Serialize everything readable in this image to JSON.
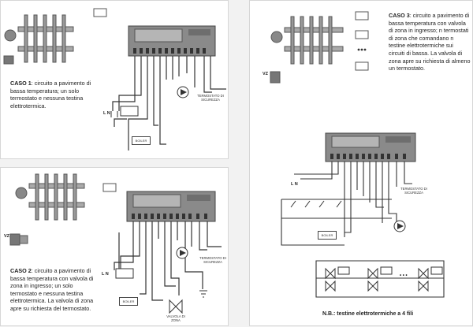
{
  "caso1": {
    "title": "CASO 1",
    "text": ": circuito a pavimento di bassa temperatura; un solo termostato e nessuna testina elettrotermica.",
    "boiler": "BOILER",
    "termostato": "TERMOSTATO DI SICUREZZA",
    "l": "L",
    "n": "N"
  },
  "caso2": {
    "title": "CASO 2",
    "text": ": circuito a pavimento di bassa temperatura con valvola di zona in ingresso; un solo termostato e nessuna testina elettrotermica. La valvola di zona apre su richiesta del termostato.",
    "boiler": "BOILER",
    "valvola": "VALVOLA DI ZONA",
    "termostato": "TERMOSTATO DI SICUREZZA",
    "vz": "VZ",
    "l": "L",
    "n": "N"
  },
  "caso3": {
    "title": "CASO 3",
    "text": ": circuito a pavimento di bassa temperatura con valvola di zona in ingresso; n termostati di zona che comandano n testine elettrotermiche sui circuiti di bassa. La valvola di zona apre su richiesta di almeno un termostato.",
    "boiler": "BOILER",
    "termostato": "TERMOSTATO DI SICUREZZA",
    "vz": "VZ",
    "l": "L",
    "n": "N",
    "dots": "• • •",
    "nb": "N.B.: testine elettrotermiche a 4 fili"
  },
  "colors": {
    "panel": "#ffffff",
    "background": "#f2f2f2",
    "controller": "#8a8a8a",
    "wire": "#333333"
  }
}
